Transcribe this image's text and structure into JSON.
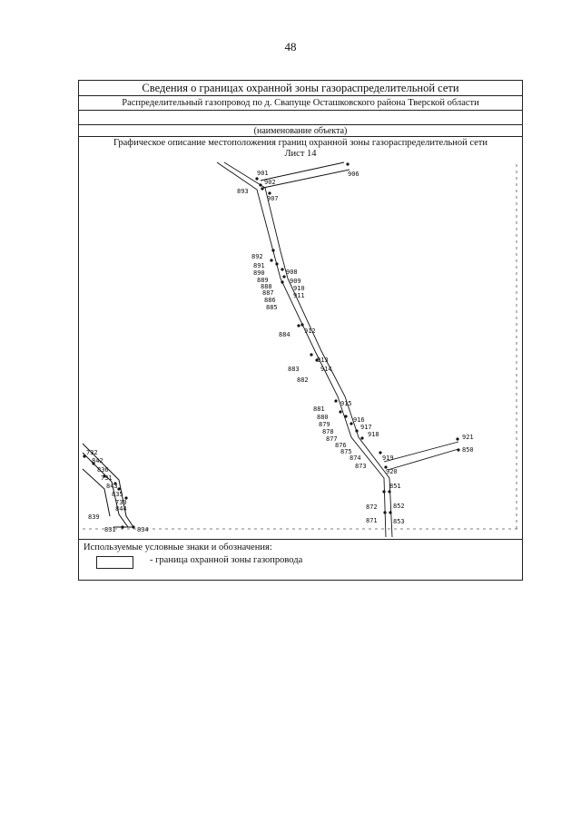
{
  "page_number": "48",
  "form": {
    "title": "Сведения о границах охранной зоны газораспределительной сети",
    "object_name": "Распределительный газопровод по д. Свапуще Осташковского района Тверской области",
    "object_caption": "(наименование объекта)",
    "description": "Графическое описание местоположения границ охранной зоны газораспределительной сети",
    "sheet": "Лист 14"
  },
  "map": {
    "labels": [
      "901",
      "902",
      "906",
      "893",
      "907",
      "892",
      "891",
      "890",
      "908",
      "889",
      "909",
      "888",
      "910",
      "887",
      "911",
      "886",
      "885",
      "884",
      "912",
      "913",
      "883",
      "914",
      "882",
      "915",
      "881",
      "880",
      "916",
      "879",
      "917",
      "878",
      "918",
      "877",
      "876",
      "875",
      "874",
      "919",
      "873",
      "921",
      "850",
      "920",
      "851",
      "872",
      "852",
      "871",
      "853",
      "732",
      "842",
      "836",
      "731",
      "843",
      "835",
      "730",
      "844",
      "839",
      "831",
      "834"
    ]
  },
  "legend": {
    "title": "Используемые условные знаки и обозначения:",
    "items": [
      {
        "symbol": "rectangle",
        "text": "- граница охранной зоны газопровода"
      }
    ]
  }
}
